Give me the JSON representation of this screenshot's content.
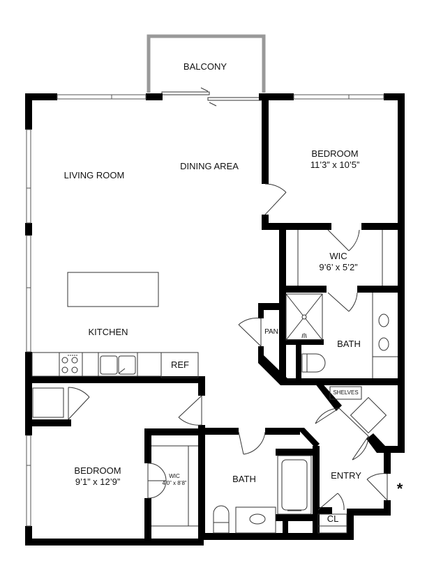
{
  "plan": {
    "colors": {
      "wall": "#000000",
      "balcony_wall": "#999999",
      "fixture": "#222222",
      "background": "#ffffff"
    },
    "rooms": {
      "balcony": {
        "name": "BALCONY"
      },
      "living_room": {
        "name": "LIVING ROOM"
      },
      "dining_area": {
        "name": "DINING AREA"
      },
      "kitchen": {
        "name": "KITCHEN"
      },
      "refrigerator": {
        "name": "REF"
      },
      "bedroom_main": {
        "name": "BEDROOM",
        "dimensions": "11’3” x 10’5”"
      },
      "wic_main": {
        "name": "WIC",
        "dimensions": "9’6’ x 5’2”"
      },
      "pantry": {
        "name": "PAN"
      },
      "bath_main": {
        "name": "BATH"
      },
      "shelves": {
        "name": "SHELVES"
      },
      "bedroom_second": {
        "name": "BEDROOM",
        "dimensions": "9’1” x 12’9”"
      },
      "wic_second": {
        "name": "WIC",
        "dimensions": "4’0” x 8’8”"
      },
      "bath_second": {
        "name": "BATH"
      },
      "entry": {
        "name": "ENTRY"
      },
      "closet": {
        "name": "CL"
      }
    },
    "entry_marker": "*"
  }
}
